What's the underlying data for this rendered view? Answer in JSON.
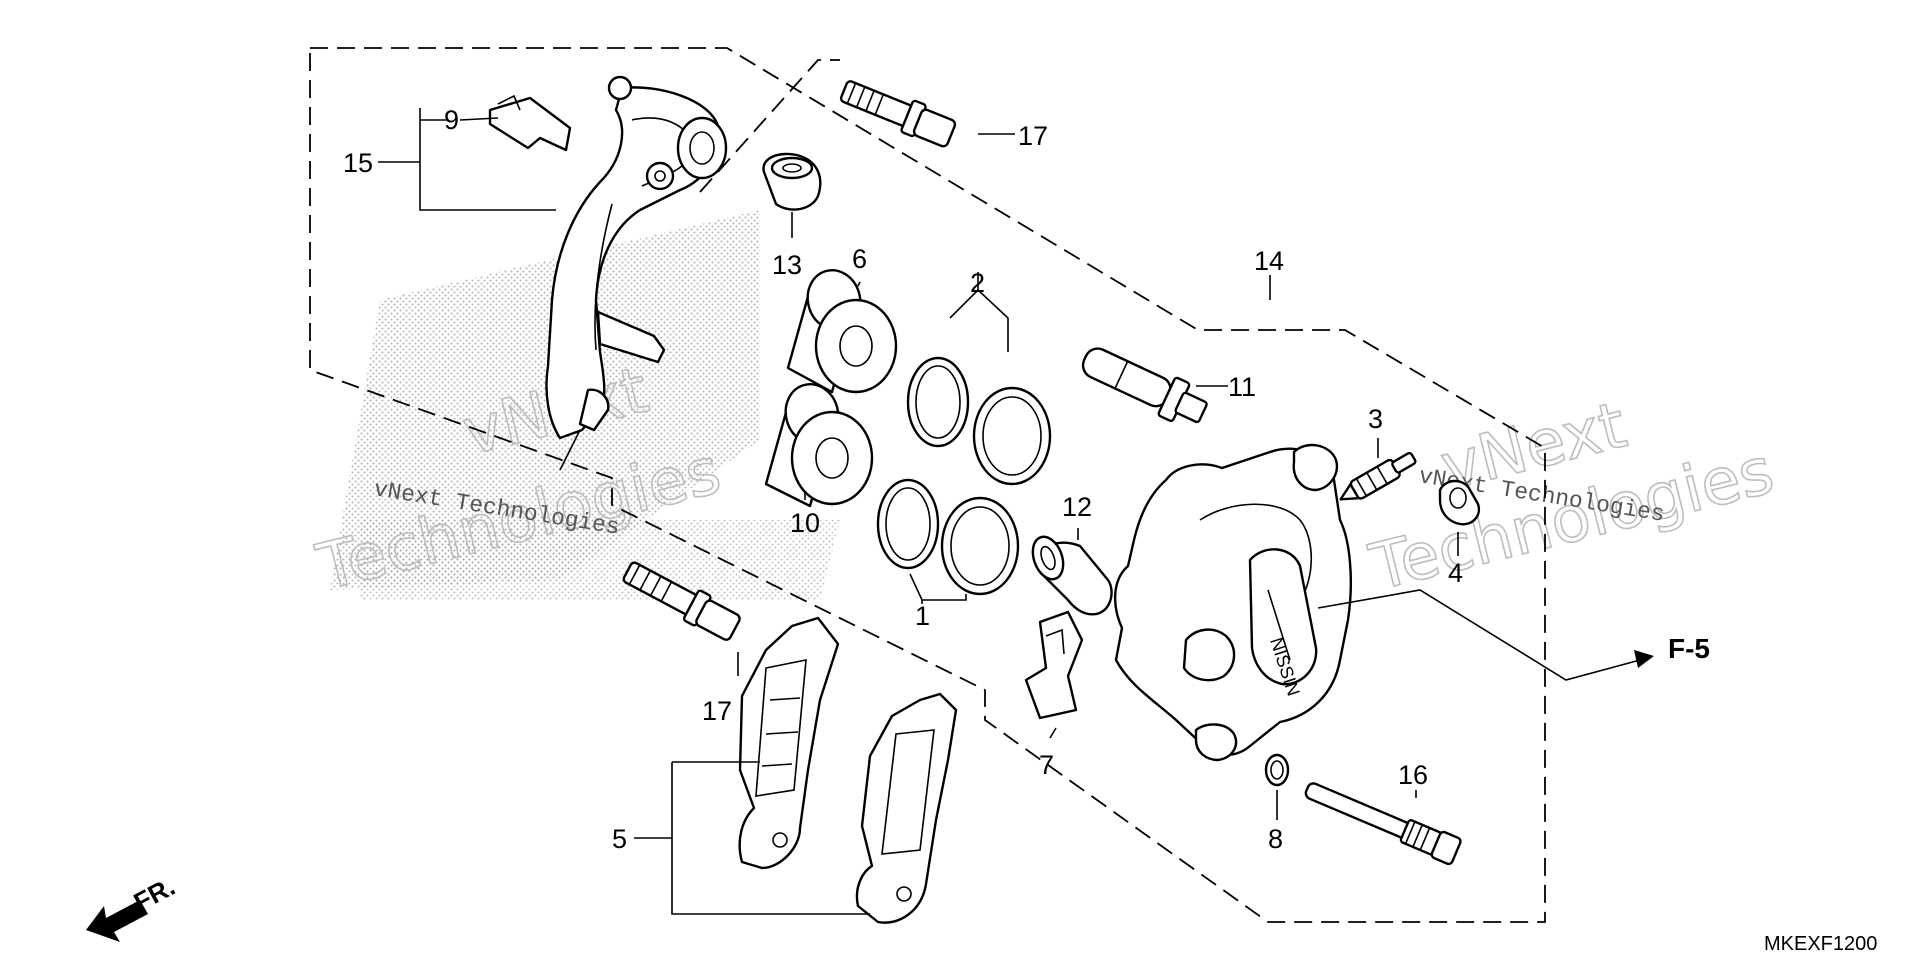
{
  "diagram": {
    "code": "MKEXF1200",
    "ref_label": "F-5",
    "front_label": "FR.",
    "watermark": {
      "line1": "vNext",
      "line2": "Technologies",
      "small": "vNext Technologies"
    },
    "callouts": {
      "c1": "1",
      "c2": "2",
      "c3": "3",
      "c4": "4",
      "c5": "5",
      "c6": "6",
      "c7": "7",
      "c8": "8",
      "c9": "9",
      "c10": "10",
      "c11": "11",
      "c12": "12",
      "c13": "13",
      "c14": "14",
      "c15": "15",
      "c16": "16",
      "c17a": "17",
      "c17b": "17"
    }
  },
  "colors": {
    "line": "#000000",
    "background": "#ffffff",
    "watermark": "#bdbdbd"
  }
}
